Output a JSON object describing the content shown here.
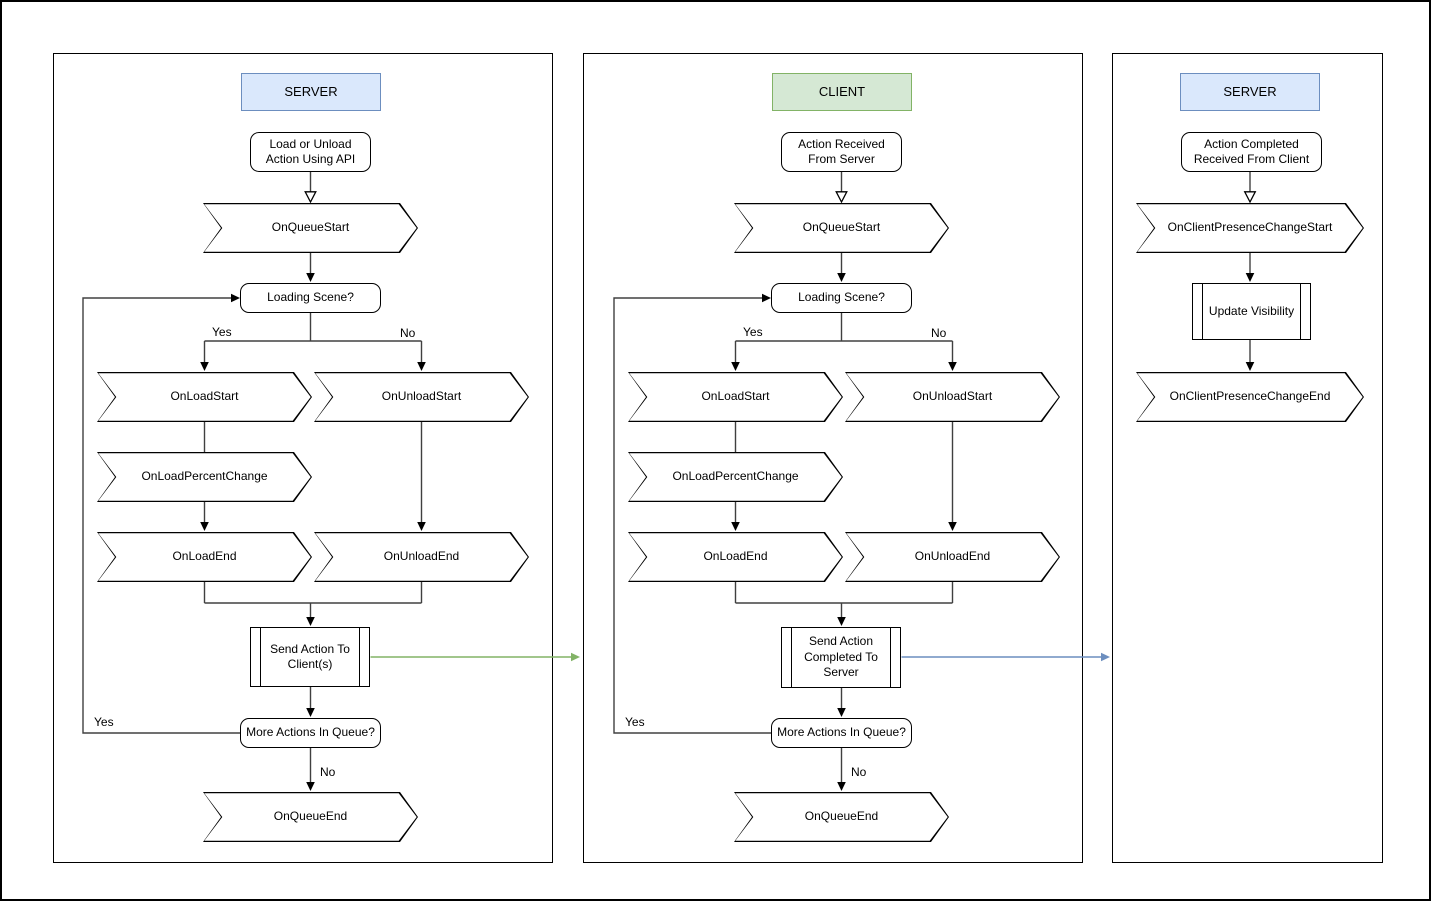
{
  "diagram": {
    "colors": {
      "server_header_fill": "#dae8fc",
      "server_header_stroke": "#6c8ebf",
      "client_header_fill": "#d5e8d4",
      "client_header_stroke": "#82b366",
      "shape_stroke": "#000000",
      "connector_stroke": "#404040",
      "server_to_client_arrow": "#82b366",
      "client_to_server_arrow": "#6c8ebf"
    },
    "panels": [
      {
        "header": {
          "label": "SERVER"
        },
        "nodes": {
          "entry": "Load or Unload\nAction Using API",
          "on_queue_start": "OnQueueStart",
          "loading_scene": "Loading Scene?",
          "on_load_start": "OnLoadStart",
          "on_unload_start": "OnUnloadStart",
          "on_load_percent_change": "OnLoadPercentChange",
          "on_load_end": "OnLoadEnd",
          "on_unload_end": "OnUnloadEnd",
          "send_action": "Send Action To\nClient(s)",
          "more_actions": "More Actions In Queue?",
          "on_queue_end": "OnQueueEnd"
        },
        "edge_labels": {
          "branch_yes": "Yes",
          "branch_no": "No",
          "loop_yes": "Yes",
          "exit_no": "No"
        }
      },
      {
        "header": {
          "label": "CLIENT"
        },
        "nodes": {
          "entry": "Action Received\nFrom Server",
          "on_queue_start": "OnQueueStart",
          "loading_scene": "Loading Scene?",
          "on_load_start": "OnLoadStart",
          "on_unload_start": "OnUnloadStart",
          "on_load_percent_change": "OnLoadPercentChange",
          "on_load_end": "OnLoadEnd",
          "on_unload_end": "OnUnloadEnd",
          "send_action": "Send Action\nCompleted To\nServer",
          "more_actions": "More Actions In Queue?",
          "on_queue_end": "OnQueueEnd"
        },
        "edge_labels": {
          "branch_yes": "Yes",
          "branch_no": "No",
          "loop_yes": "Yes",
          "exit_no": "No"
        }
      },
      {
        "header": {
          "label": "SERVER"
        },
        "nodes": {
          "entry": "Action Completed\nReceived From Client",
          "on_client_presence_change_start": "OnClientPresenceChangeStart",
          "update_visibility": "Update Visibility",
          "on_client_presence_change_end": "OnClientPresenceChangeEnd"
        }
      }
    ]
  }
}
